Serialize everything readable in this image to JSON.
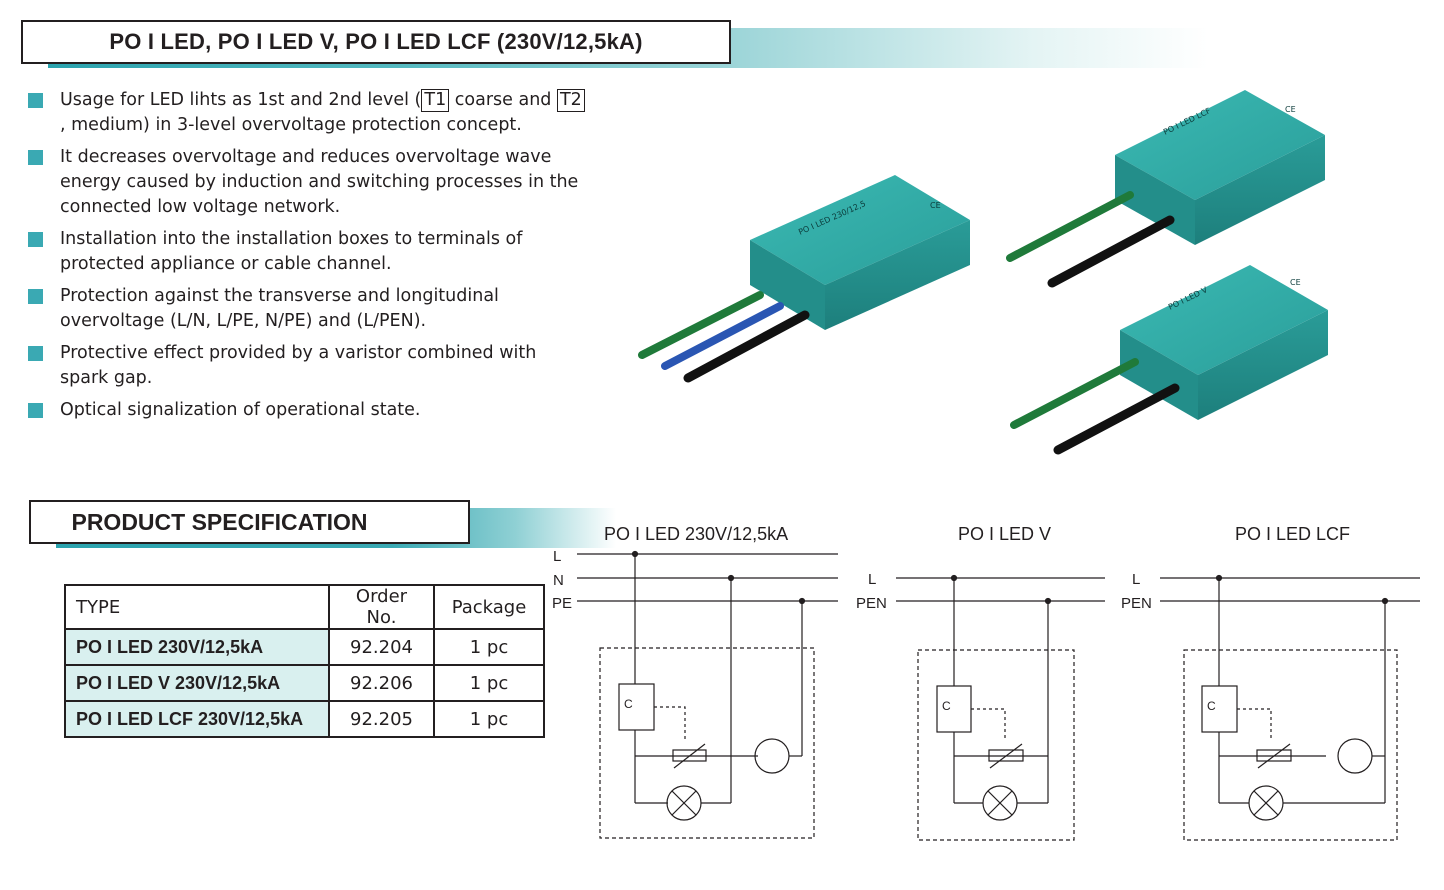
{
  "header": {
    "title": "PO I LED, PO I LED V, PO I LED LCF (230V/12,5kA)"
  },
  "bullets": [
    {
      "pre": "Usage for LED lihts as 1st and 2nd level (",
      "box1": "T1",
      "mid": " coarse and ",
      "box2": "T2",
      "post": ", medium) in 3-level overvoltage protection concept."
    },
    {
      "text": "It decreases overvoltage and reduces overvoltage wave energy caused by induction and switching processes in the connected low voltage network."
    },
    {
      "text": "Installation into the installation boxes to terminals of protected appliance or cable channel."
    },
    {
      "text": "Protection against the transverse and longitudinal overvoltage  (L/N, L/PE, N/PE) and (L/PEN)."
    },
    {
      "text": "Protective  effect  provided  by  a  varistor combined with spark gap."
    },
    {
      "text": "Optical  signalization of operational state."
    }
  ],
  "spec": {
    "title": "PRODUCT SPECIFICATION",
    "columns": [
      "TYPE",
      "Order No.",
      "Package"
    ],
    "rows": [
      {
        "type": "PO I LED 230V/12,5kA",
        "order": "92.204",
        "package": "1 pc"
      },
      {
        "type": "PO I LED V 230V/12,5kA",
        "order": "92.206",
        "package": "1 pc"
      },
      {
        "type": "PO I LED LCF 230V/12,5kA",
        "order": "92.205",
        "package": "1 pc"
      }
    ]
  },
  "schematics": [
    {
      "title": "PO I LED 230V/12,5kA",
      "lines": [
        "L",
        "N",
        "PE"
      ]
    },
    {
      "title": "PO I LED V",
      "lines": [
        "L",
        "PEN"
      ]
    },
    {
      "title": "PO I LED LCF",
      "lines": [
        "L",
        "PEN"
      ]
    }
  ],
  "photo": {
    "label1": "PO I LED 230/12,5",
    "label2": "PO I LED LCF",
    "label3": "PO I LED V",
    "ce": "CE"
  },
  "colors": {
    "accent": "#3aa9b3",
    "device": "#2fa7a3",
    "row_bg": "#d9f0ef"
  }
}
